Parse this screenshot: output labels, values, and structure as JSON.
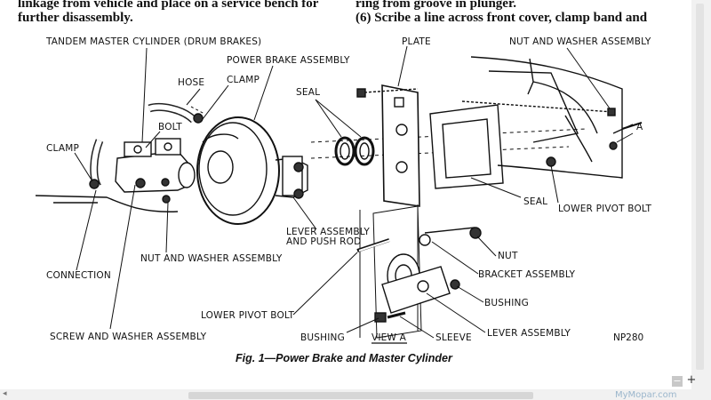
{
  "document": {
    "header_left_line1": "linkage from vehicle and place on a service bench for",
    "header_left_line2": "further disassembly.",
    "header_right_line1": "ring from groove in plunger.",
    "header_right_line2": "(6)  Scribe a line across front cover, clamp band and"
  },
  "figure": {
    "caption": "Fig. 1—Power Brake and Master Cylinder",
    "code": "NP280",
    "labels": {
      "tandem_master_cylinder": "TANDEM MASTER CYLINDER (DRUM BRAKES)",
      "power_brake_assembly": "POWER BRAKE ASSEMBLY",
      "plate": "PLATE",
      "nut_washer_top": "NUT AND WASHER ASSEMBLY",
      "hose": "HOSE",
      "clamp_top": "CLAMP",
      "seal_top": "SEAL",
      "bolt": "BOLT",
      "clamp_left": "CLAMP",
      "a": "A",
      "seal_right": "SEAL",
      "lower_pivot_bolt_right": "LOWER PIVOT BOLT",
      "lever_assembly_push_rod_1": "LEVER ASSEMBLY",
      "lever_assembly_push_rod_2": "AND PUSH ROD",
      "nut": "NUT",
      "nut_washer_mid": "NUT AND WASHER ASSEMBLY",
      "bracket_assembly": "BRACKET  ASSEMBLY",
      "connection": "CONNECTION",
      "bushing_right": "BUSHING",
      "lower_pivot_bolt_left": "LOWER PIVOT BOLT",
      "screw_washer": "SCREW AND WASHER ASSEMBLY",
      "bushing_left": "BUSHING",
      "view_a": "VIEW A",
      "sleeve": "SLEEVE",
      "lever_assembly": "LEVER ASSEMBLY"
    }
  },
  "ui": {
    "zoom_minus": "−",
    "zoom_plus": "+",
    "scroll_left_arrow": "◂",
    "watermark": "MyMopar.com"
  }
}
